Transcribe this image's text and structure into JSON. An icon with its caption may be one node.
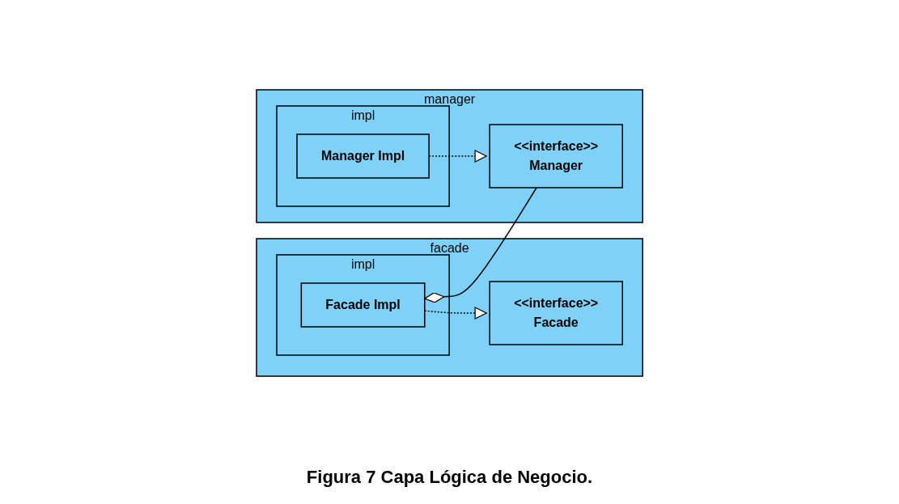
{
  "diagram": {
    "caption": "Figura 7 Capa Lógica de Negocio.",
    "nodes": [
      {
        "text": [
          "facade"
        ]
      },
      {
        "text": [
          "<<interface>>",
          "Facade"
        ],
        "in": 0
      },
      {
        "text": [
          "impl"
        ],
        "in": 0
      },
      {
        "text": [
          "Facade Impl"
        ],
        "in": 2
      },
      {
        "text": [
          "manager"
        ]
      },
      {
        "text": [
          "<<interface>>",
          "Manager"
        ],
        "in": 4
      },
      {
        "text": [
          "impl"
        ],
        "in": 4
      },
      {
        "text": [
          "Manager Impl"
        ],
        "in": 6
      }
    ],
    "edges": [
      {
        "from": 3,
        "to": 1,
        "arrow": "to",
        "style": "dashed"
      },
      {
        "from": 3,
        "to": 5,
        "arrow": "other"
      },
      {
        "from": 7,
        "to": 5,
        "arrow": "to",
        "style": "dashed"
      }
    ]
  }
}
